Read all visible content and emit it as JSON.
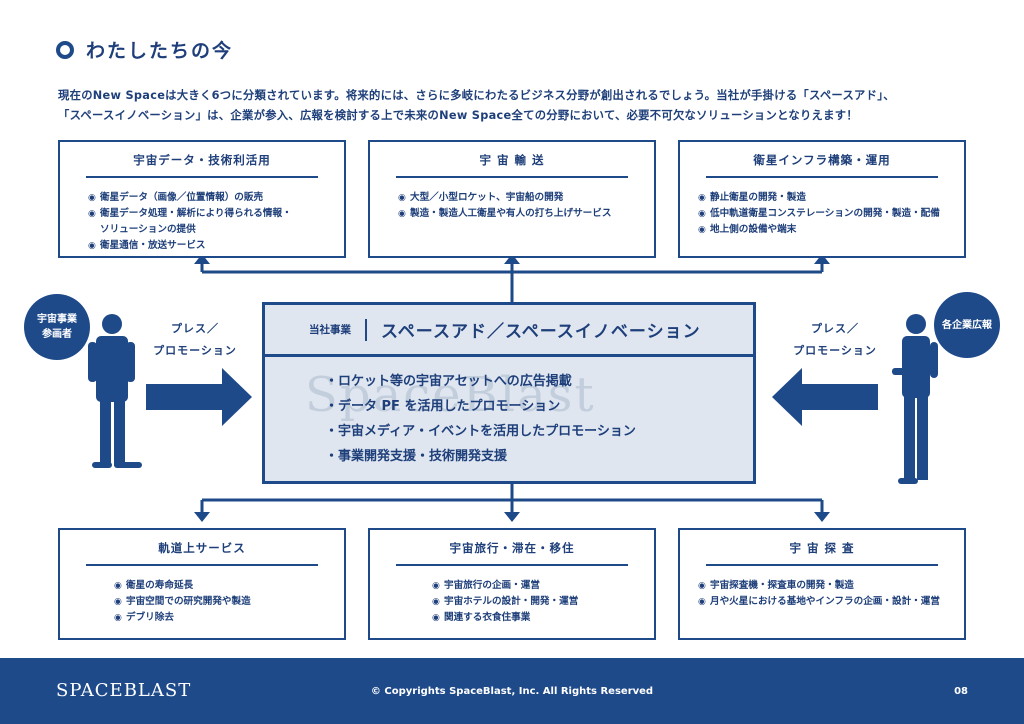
{
  "title": "わたしたちの今",
  "intro": [
    "現在のNew Spaceは大きく6つに分類されています。将来的には、さらに多岐にわたるビジネス分野が創出されるでしょう。当社が手掛ける「スペースアド」、",
    "「スペースイノベーション」は、企業が参入、広報を検討する上で未来のNew Space全ての分野において、必要不可欠なソリューションとなりえます！"
  ],
  "top_boxes": [
    {
      "heading": "宇宙データ・技術利活用",
      "items": [
        "衛星データ（画像／位置情報）の販売",
        "衛星データ処理・解析により得られる情報・",
        "ソリューションの提供",
        "衛星通信・放送サービス"
      ]
    },
    {
      "heading": "宇 宙 輸 送",
      "items": [
        "大型／小型ロケット、宇宙船の開発",
        "製造・製造人工衛星や有人の打ち上げサービス"
      ]
    },
    {
      "heading": "衛星インフラ構築・運用",
      "items": [
        "静止衛星の開発・製造",
        "低中軌道衛星コンステレーションの開発・製造・配備",
        "地上側の設備や端末"
      ]
    }
  ],
  "bottom_boxes": [
    {
      "heading": "軌道上サービス",
      "items": [
        "衛星の寿命延長",
        "宇宙空間での研究開発や製造",
        "デブリ除去"
      ]
    },
    {
      "heading": "宇宙旅行・滞在・移住",
      "items": [
        "宇宙旅行の企画・運営",
        "宇宙ホテルの設計・開発・運営",
        "関連する衣食住事業"
      ]
    },
    {
      "heading": "宇 宙 探 査",
      "items": [
        "宇宙探査機・探査車の開発・製造",
        "月や火星における基地やインフラの企画・設計・運営"
      ]
    }
  ],
  "center": {
    "label": "当社事業",
    "title": "スペースアド／スペースイノベーション",
    "items": [
      "・ロケット等の宇宙アセットへの広告掲載",
      "・データ PF を活用したプロモーション",
      "・宇宙メディア・イベントを活用したプロモーション",
      "・事業開発支援・技術開発支援"
    ],
    "watermark": "SpaceBlast"
  },
  "left": {
    "badge_line1": "宇宙事業",
    "badge_line2": "参画者",
    "press_line1": "プレス／",
    "press_line2": "プロモーション"
  },
  "right": {
    "badge": "各企業広報",
    "press_line1": "プレス／",
    "press_line2": "プロモーション"
  },
  "footer": {
    "logo": "SPACEBLAST",
    "copyright": "© Copyrights SpaceBlast, Inc. All Rights Reserved",
    "page": "08"
  },
  "colors": {
    "accent": "#1e4a8a",
    "center_bg": "#dfe6f0"
  }
}
